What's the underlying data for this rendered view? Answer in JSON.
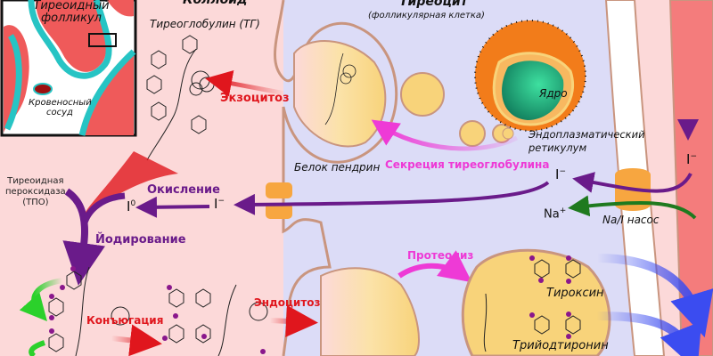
{
  "diagram": {
    "title_top_cut": "Коллоид",
    "inset": {
      "follicle_label": "Тиреоидный фолликул",
      "vessel_label": "Кровеносный сосуд"
    },
    "colloid": {
      "thyroglobulin_label": "Тиреоглобулин (ТГ)",
      "tpo_label_line1": "Тиреоидная",
      "tpo_label_line2": "пероксидаза",
      "tpo_label_line3": "(ТПО)"
    },
    "cell": {
      "title": "Тиреоцит",
      "subtitle": "(фолликулярная клетка)",
      "nucleus_label": "Ядро",
      "er_label_line1": "Эндоплазматический",
      "er_label_line2": "ретикулум",
      "pendrin_label": "Белок пендрин",
      "pump_label": "Na/I насос"
    },
    "processes": {
      "exocytosis": "Экзоцитоз",
      "secretion": "Секреция тиреоглобулина",
      "oxidation": "Окисление",
      "iodination": "Йодирование",
      "conjugation": "Конъюгация",
      "endocytosis": "Эндоцитоз",
      "proteolysis": "Протеолиз"
    },
    "ions": {
      "iodide": "I",
      "iodide_charge": "−",
      "iodine": "I",
      "iodine_charge": "0",
      "sodium": "Na",
      "sodium_charge": "+"
    },
    "hormones": {
      "thyroxine": "Тироксин",
      "triiodothyronine": "Трийодтиронин"
    },
    "colors": {
      "colloid": "#fcd9d9",
      "cytoplasm": "#dcdcf7",
      "blood": "#f47c7c",
      "vesicle": "#f8d37a",
      "membrane": "#c9957f",
      "purple_arrow": "#6a1b8a",
      "red_arrow": "#e0161d",
      "pink_arrow": "#ee3ad6",
      "green_arrow": "#2bd12b",
      "blue_arrow": "#3b4cf0",
      "nucleus": "#1fb07e",
      "pump": "#f7a640"
    }
  }
}
